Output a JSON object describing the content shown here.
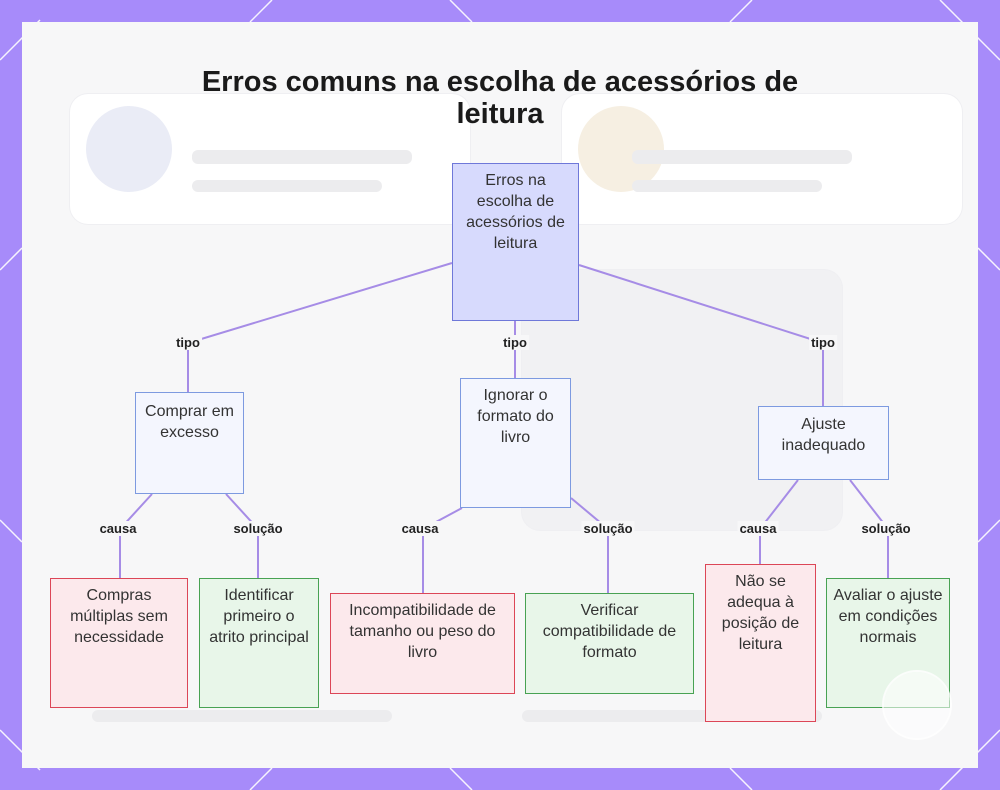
{
  "title": "Erros comuns na escolha de acessórios de leitura",
  "root": "Erros na escolha de acessórios de leitura",
  "types": [
    {
      "label": "Comprar em excesso",
      "cause": "Compras múltiplas sem necessidade",
      "solution": "Identificar primeiro o atrito principal"
    },
    {
      "label": "Ignorar o formato do livro",
      "cause": "Incompatibilidade de tamanho ou peso do livro",
      "solution": "Verificar compatibilidade de formato"
    },
    {
      "label": "Ajuste inadequado",
      "cause": "Não se adequa à posição de leitura",
      "solution": "Avaliar o ajuste em condições normais"
    }
  ],
  "edge_labels": {
    "type": "tipo",
    "cause": "causa",
    "solution": "solução"
  },
  "colors": {
    "background": "#a78bfa",
    "root_fill": "#d7dafd",
    "type_fill": "#f4f6fe",
    "cause_fill": "#fce9ec",
    "cause_border": "#dc4657",
    "solution_fill": "#e8f6e9",
    "solution_border": "#48a253",
    "connector": "#a68ce6"
  }
}
